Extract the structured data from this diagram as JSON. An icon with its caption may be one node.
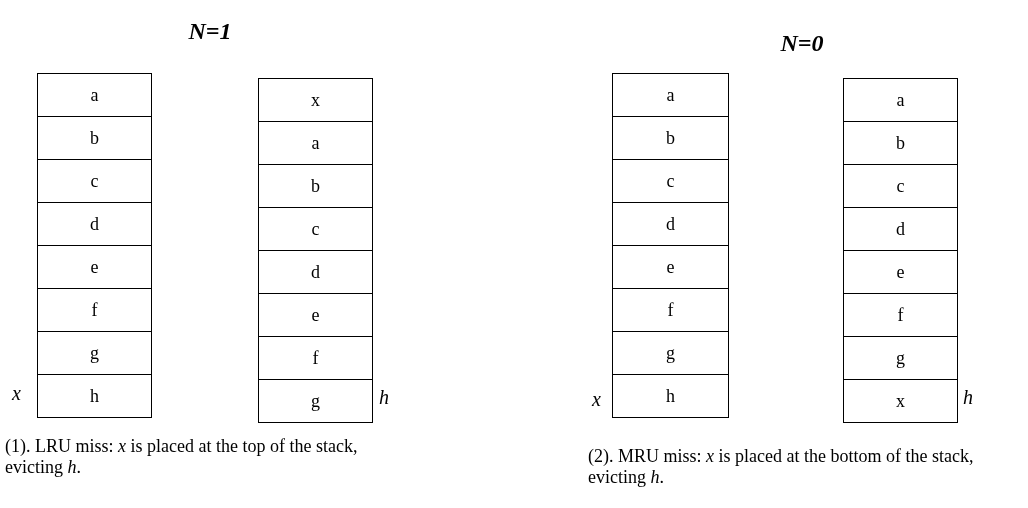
{
  "diagram": {
    "nodes": [
      {
        "text": [
          "a"
        ]
      },
      {
        "text": [
          "b"
        ]
      },
      {
        "text": [
          "c"
        ]
      },
      {
        "text": [
          "d"
        ]
      },
      {
        "text": [
          "e"
        ]
      },
      {
        "text": [
          "f"
        ]
      },
      {
        "text": [
          "g"
        ]
      },
      {
        "text": [
          "h"
        ]
      },
      {
        "text": [
          "x"
        ]
      },
      {
        "text": [
          "a"
        ]
      },
      {
        "text": [
          "b"
        ]
      },
      {
        "text": [
          "c"
        ]
      },
      {
        "text": [
          "d"
        ]
      },
      {
        "text": [
          "e"
        ]
      },
      {
        "text": [
          "f"
        ]
      },
      {
        "text": [
          "g"
        ]
      },
      {
        "text": [
          "a"
        ]
      },
      {
        "text": [
          "b"
        ]
      },
      {
        "text": [
          "c"
        ]
      },
      {
        "text": [
          "d"
        ]
      },
      {
        "text": [
          "e"
        ]
      },
      {
        "text": [
          "f"
        ]
      },
      {
        "text": [
          "g"
        ]
      },
      {
        "text": [
          "h"
        ]
      },
      {
        "text": [
          "a"
        ]
      },
      {
        "text": [
          "b"
        ]
      },
      {
        "text": [
          "c"
        ]
      },
      {
        "text": [
          "d"
        ]
      },
      {
        "text": [
          "e"
        ]
      },
      {
        "text": [
          "f"
        ]
      },
      {
        "text": [
          "g"
        ]
      },
      {
        "text": [
          "x"
        ]
      }
    ],
    "edges": [],
    "labels": [
      "N=1",
      "N=0",
      "x",
      "h",
      "x",
      "h",
      "(1). LRU miss: *x* is placed at the top of the stack, evicting *h*.",
      "(2). MRU miss: *x* is placed at the bottom of the stack, evicting *h*."
    ]
  }
}
